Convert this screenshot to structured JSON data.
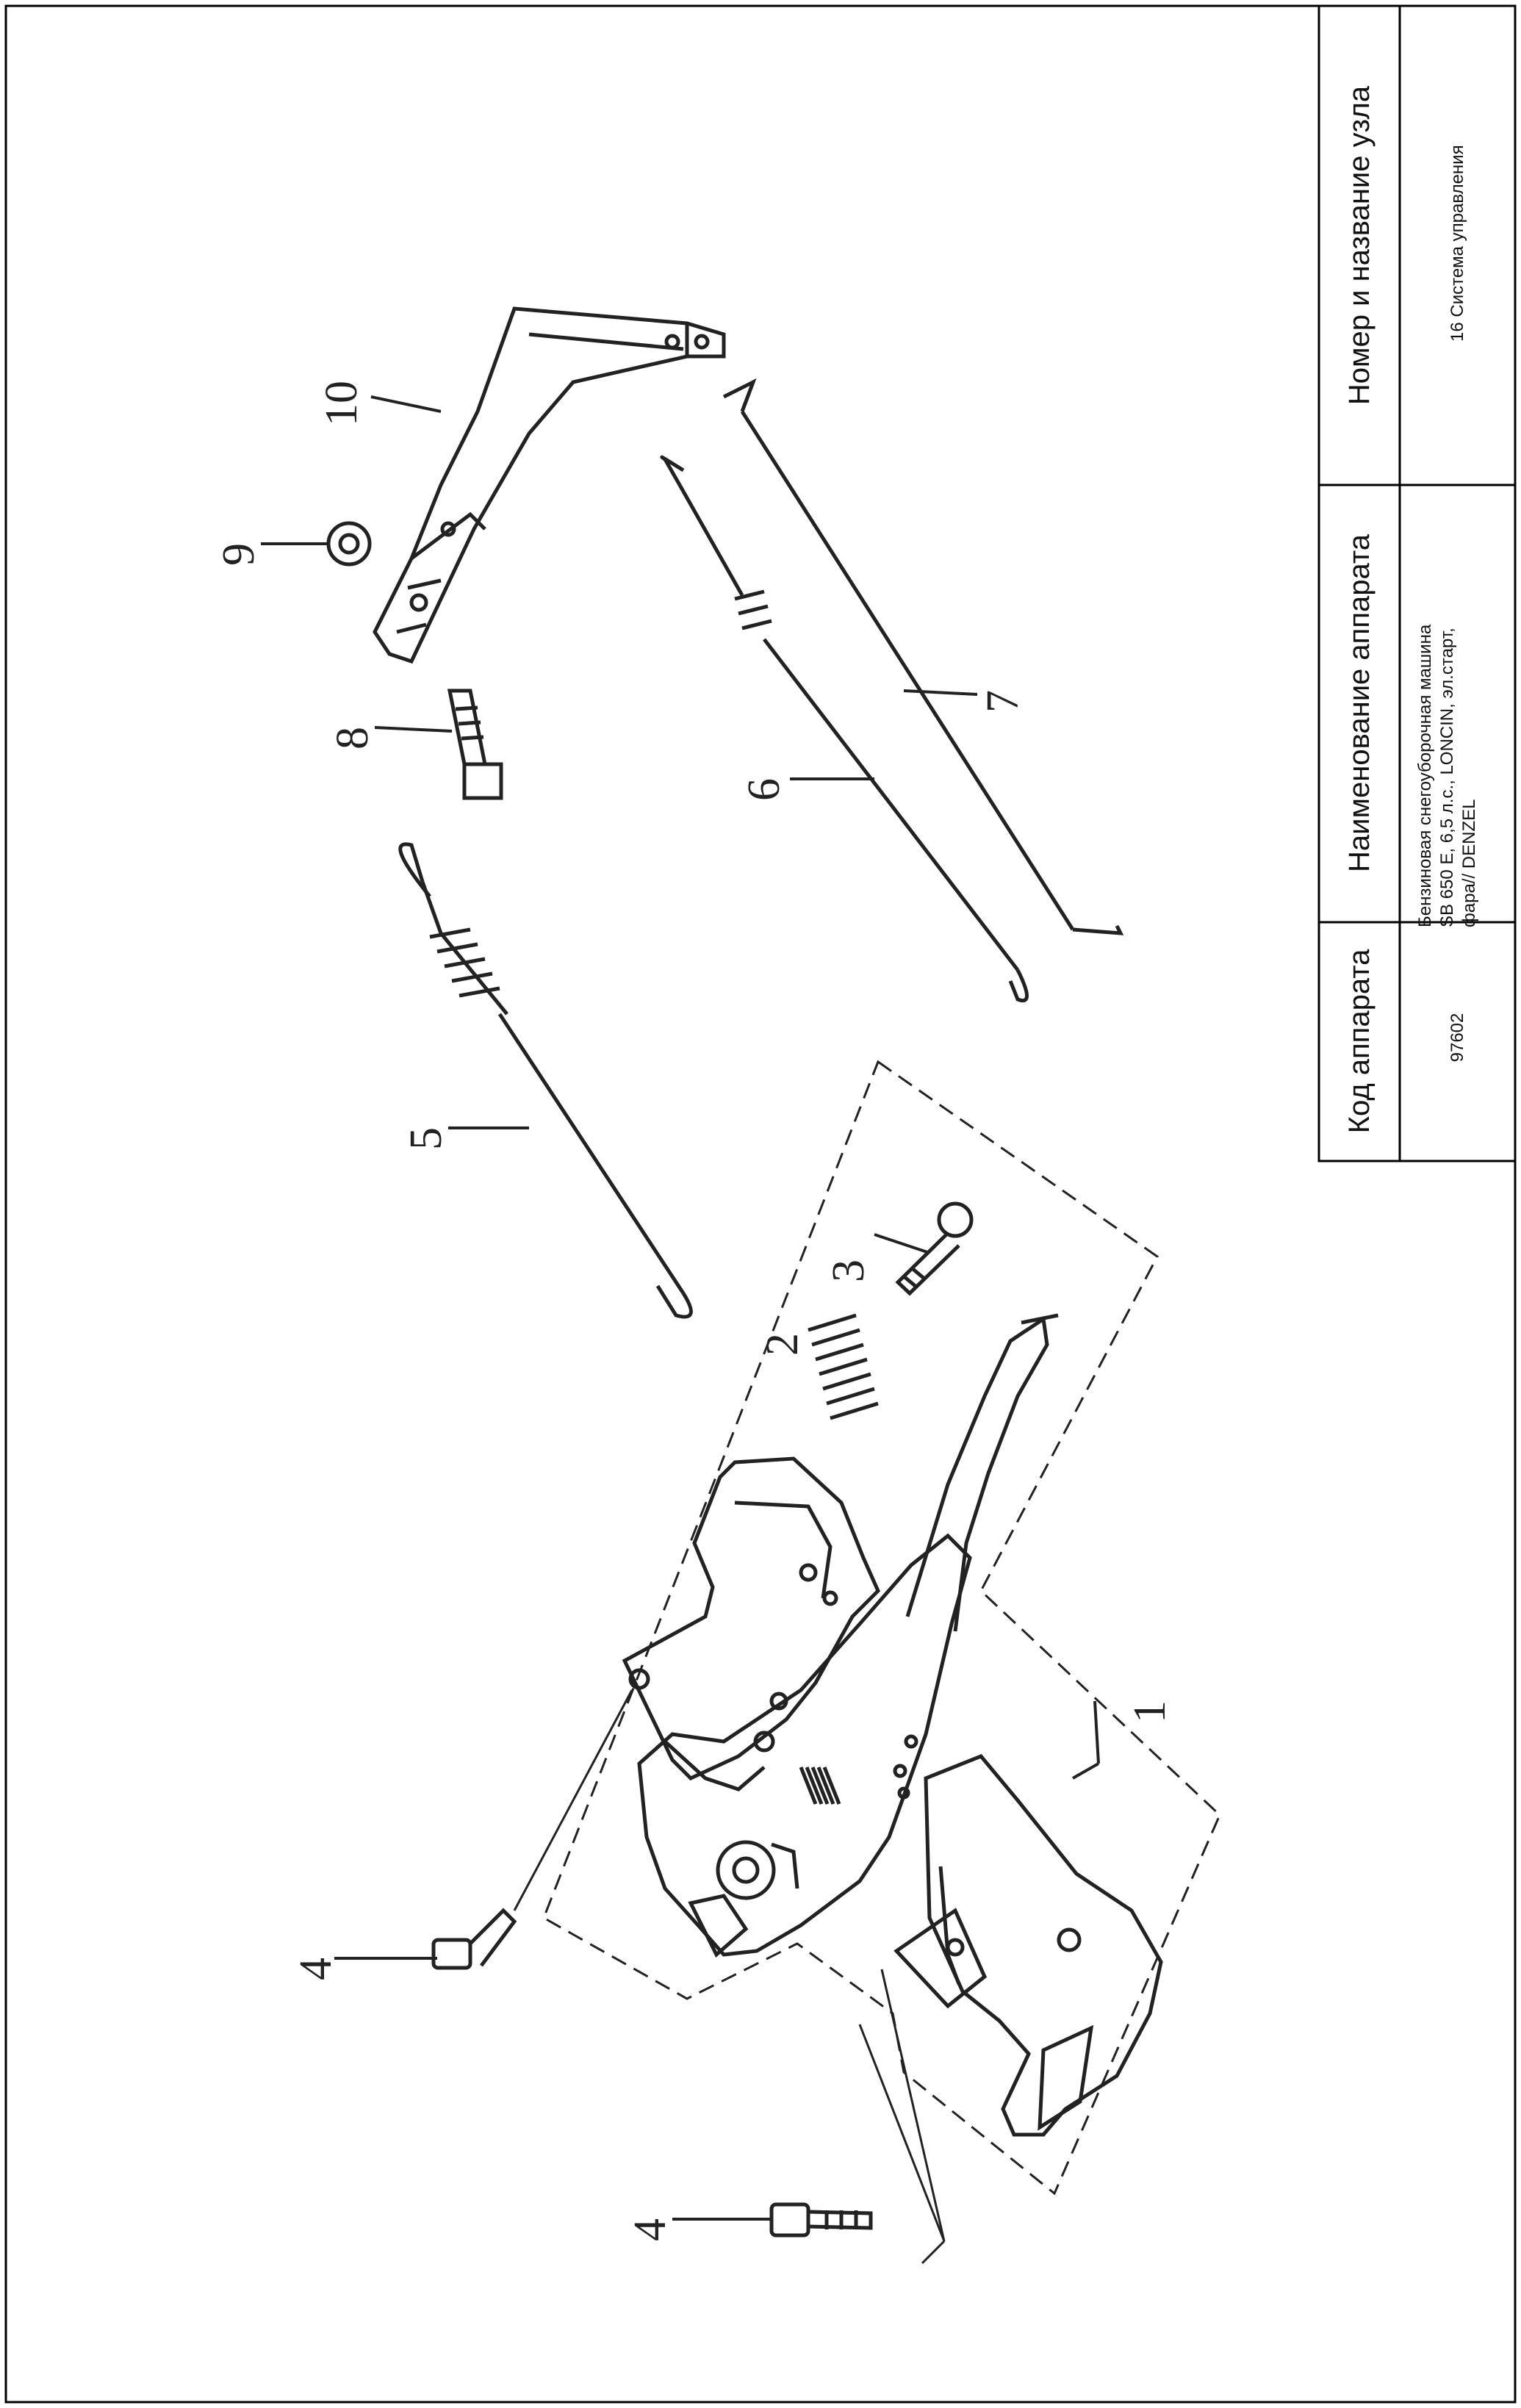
{
  "table": {
    "headers": {
      "code": "Код аппарата",
      "name": "Наименование аппарата",
      "unit": "Номер и название узла"
    },
    "values": {
      "code": "97602",
      "name_lines": [
        "Бензиновая снегоуборочная машина",
        "SB 650 E, 6,5 л.с., LONCIN, эл.старт,",
        "фара// DENZEL"
      ],
      "unit": "16 Система управления"
    }
  },
  "callouts": [
    "1",
    "2",
    "3",
    "4",
    "4",
    "5",
    "6",
    "7",
    "8",
    "9",
    "10"
  ]
}
